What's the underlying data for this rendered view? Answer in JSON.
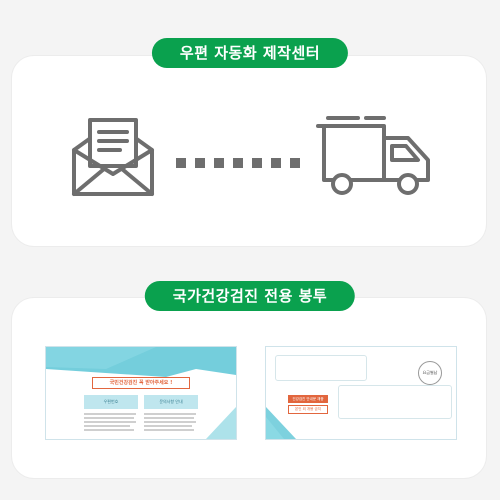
{
  "sections": {
    "automation": {
      "title": "우편 자동화 제작센터"
    },
    "envelope": {
      "title": "국가건강검진 전용 봉투"
    }
  },
  "icons": {
    "left": "open-envelope-letter-icon",
    "connector": "dotted-line",
    "right": "delivery-truck-icon"
  },
  "envelope_back": {
    "banner": "국민건강검진 꼭 받아주세요 !",
    "panel_left": "우편번호",
    "panel_right": "문의사항 안내"
  },
  "envelope_front": {
    "stamp": "요금별납",
    "label_top": "건강검진 안내문 재중",
    "label_bottom": "본인 외 개봉 금지"
  },
  "colors": {
    "accent_green": "#0aa14e",
    "icon_gray": "#6e6e6e",
    "envelope_teal": "#5cc6d6",
    "label_orange": "#e2663e"
  }
}
